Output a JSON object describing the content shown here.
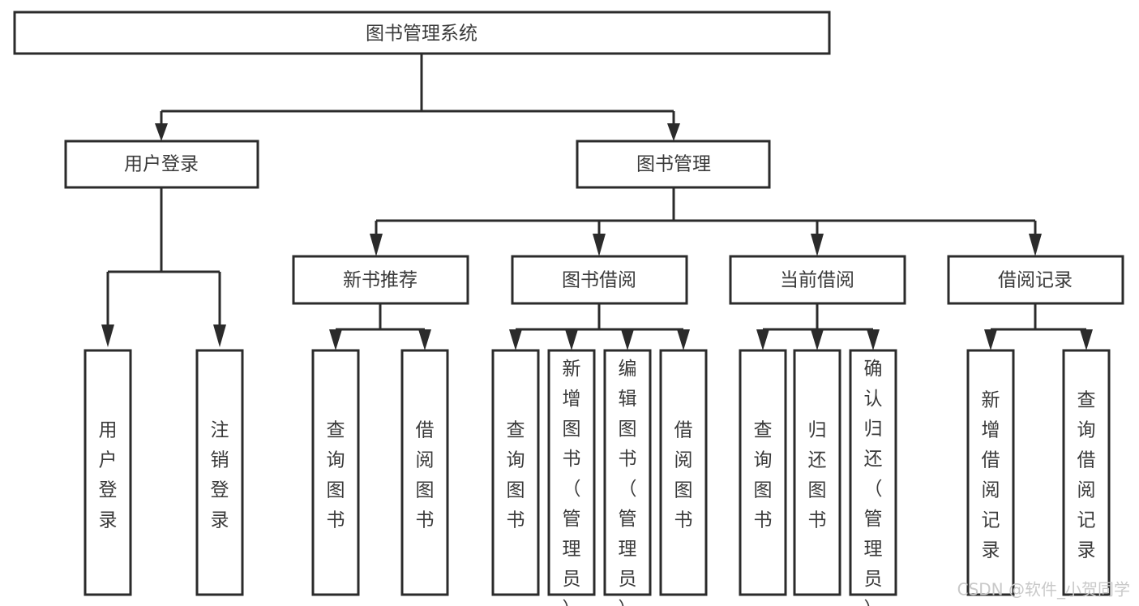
{
  "diagram": {
    "type": "tree-hierarchy-chart",
    "title": "图书管理系统",
    "background_color": "#ffffff",
    "line_color": "#2b2b2b",
    "text_color": "#3a3a3a",
    "box_fill_color": "#ffffff"
  },
  "root": {
    "label": "图书管理系统"
  },
  "level2": [
    {
      "label": "用户登录"
    },
    {
      "label": "图书管理"
    }
  ],
  "level3": [
    {
      "label": "新书推荐"
    },
    {
      "label": "图书借阅"
    },
    {
      "label": "当前借阅"
    },
    {
      "label": "借阅记录"
    }
  ],
  "leaves": {
    "user_login": [
      {
        "label": "用户登录"
      },
      {
        "label": "注销登录"
      }
    ],
    "new_book_recommend": [
      {
        "label": "查询图书"
      },
      {
        "label": "借阅图书"
      }
    ],
    "book_borrow": [
      {
        "label": "查询图书"
      },
      {
        "label": "新增图书（管理员）"
      },
      {
        "label": "编辑图书（管理员）"
      },
      {
        "label": "借阅图书"
      }
    ],
    "current_borrow": [
      {
        "label": "查询图书"
      },
      {
        "label": "归还图书"
      },
      {
        "label": "确认归还（管理员）"
      }
    ],
    "borrow_record": [
      {
        "label": "新增借阅记录"
      },
      {
        "label": "查询借阅记录"
      }
    ]
  },
  "watermark": {
    "text": "CSDN @软件_小贺同学",
    "color": "#c9c9c9"
  }
}
